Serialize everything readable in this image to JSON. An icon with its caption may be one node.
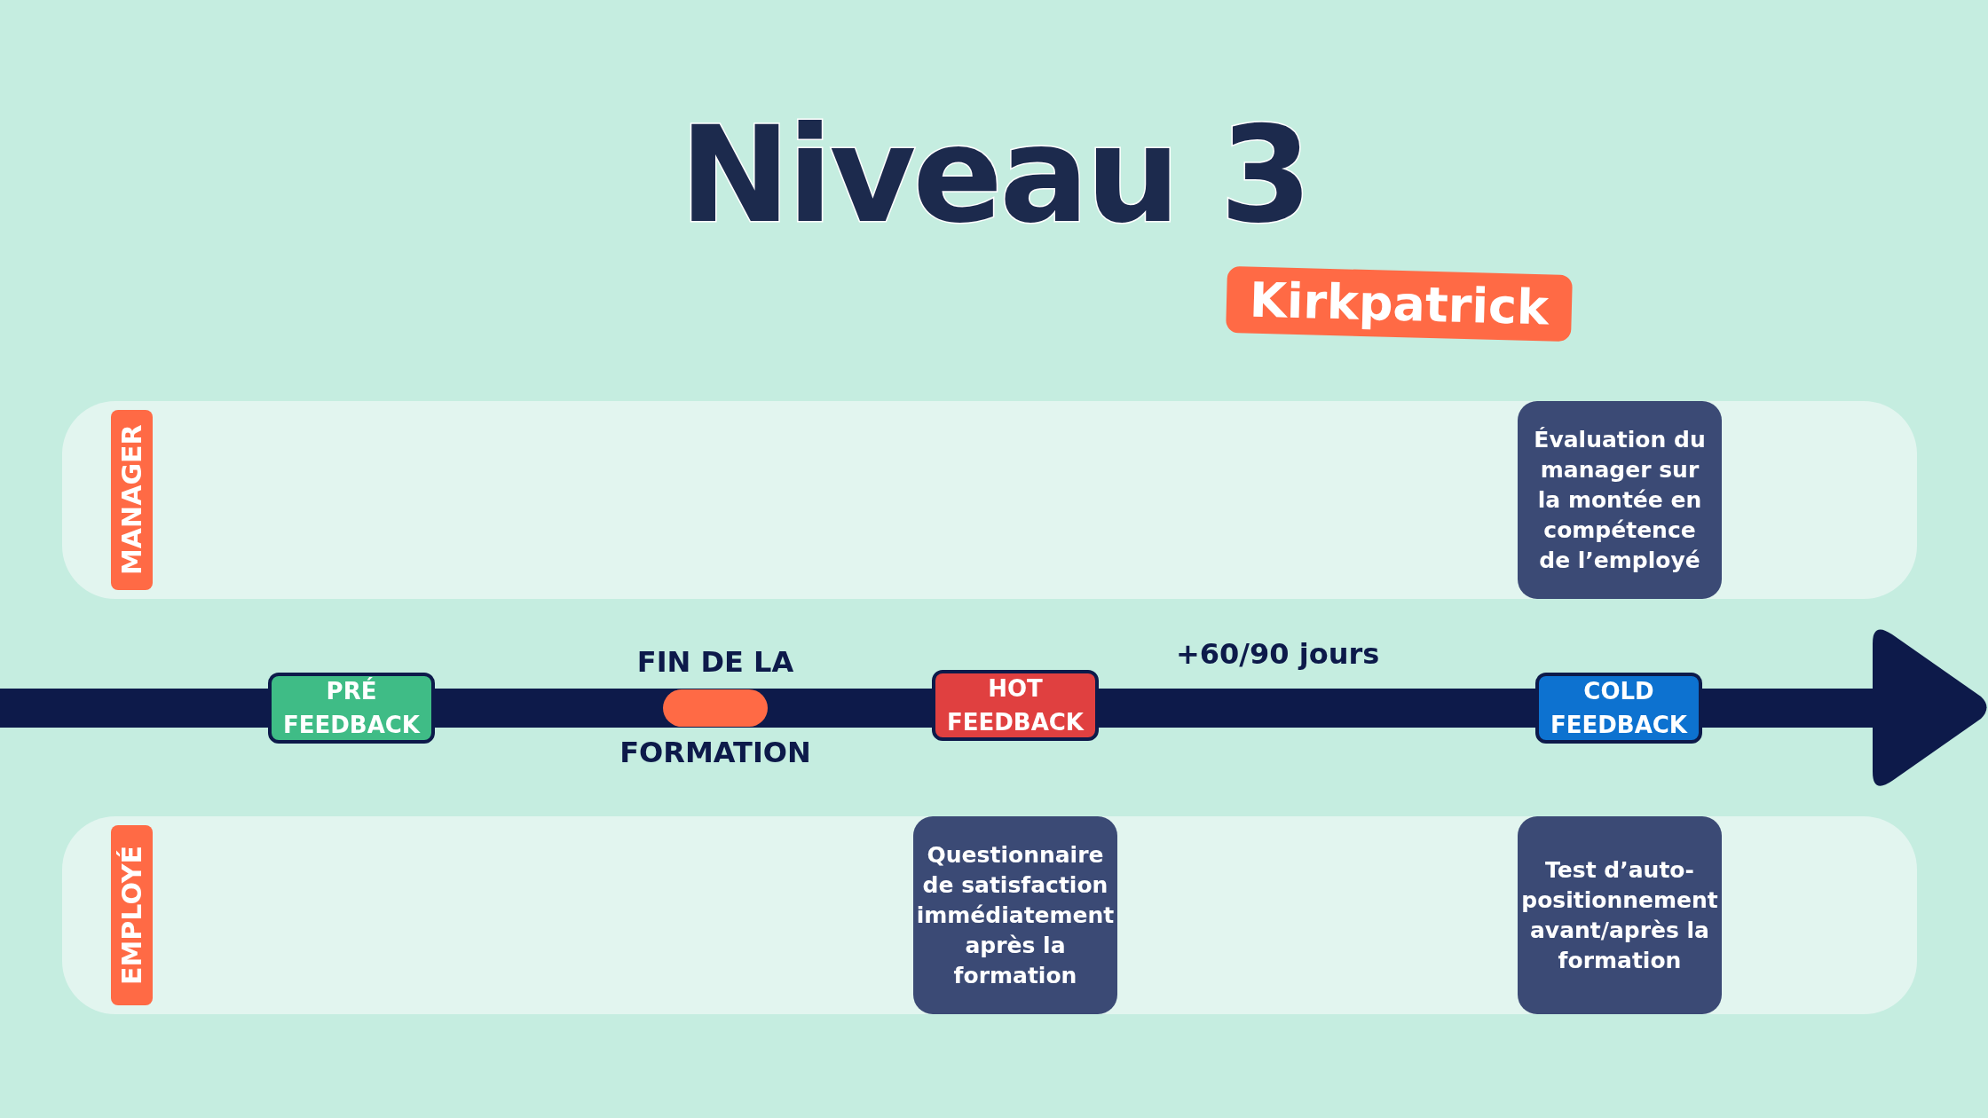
{
  "diagram": {
    "title": "Niveau 3",
    "nodes": [
      {
        "text": [
          "MANAGER"
        ]
      },
      {
        "text": [
          "Évaluation du manager sur la montée en compétence de l’employé"
        ],
        "in": 0
      },
      {
        "text": [
          "PRÉ FEEDBACK"
        ]
      },
      {
        "text": [],
        "shape": "bar",
        "beside": [
          "FIN DE LA",
          "FORMATION"
        ]
      },
      {
        "text": [
          "HOT FEEDBACK"
        ]
      },
      {
        "text": [
          "COLD FEEDBACK"
        ]
      },
      {
        "text": [
          "EMPLOYÉ"
        ]
      },
      {
        "text": [
          "Questionnaire de satisfaction immédiatement après la formation"
        ],
        "in": 6
      },
      {
        "text": [
          "Test d’auto-positionnement avant/après la formation"
        ],
        "in": 6
      }
    ],
    "edges": [],
    "labels": [
      "Kirkpatrick",
      "+60/90 jours"
    ]
  }
}
